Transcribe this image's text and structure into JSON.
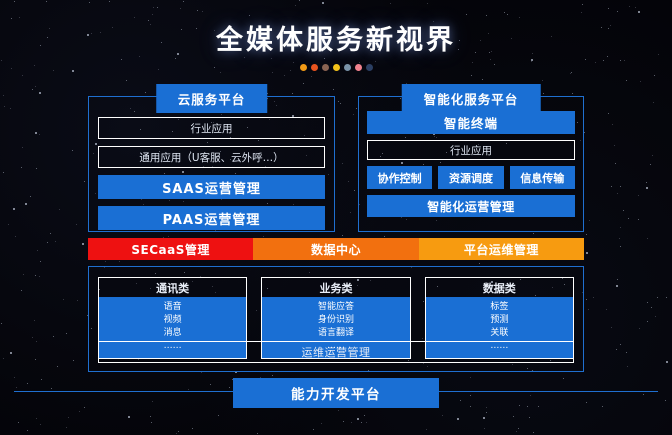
{
  "header": {
    "title": "全媒体服务新视界",
    "dots": [
      "#f29a16",
      "#e8541f",
      "#8a6352",
      "#f2c11a",
      "#7a93a8",
      "#f0828e",
      "#2b3f63"
    ]
  },
  "cloud_platform": {
    "header": "云服务平台",
    "rows": [
      {
        "label": "行业应用",
        "style": "outline"
      },
      {
        "label": "通用应用（U客服、云外呼…）",
        "style": "outline"
      },
      {
        "label": "SAAS运营管理",
        "style": "blue"
      },
      {
        "label": "PAAS运营管理",
        "style": "blue"
      }
    ]
  },
  "intelligent_platform": {
    "header": "智能化服务平台",
    "terminal": "智能终端",
    "industry_app": "行业应用",
    "capabilities": [
      "协作控制",
      "资源调度",
      "信息传输"
    ],
    "operations": "智能化运营管理"
  },
  "color_bar": [
    {
      "label": "SECaaS管理",
      "color": "#ee1111"
    },
    {
      "label": "数据中心",
      "color": "#f2700f"
    },
    {
      "label": "平台运维管理",
      "color": "#f79b10"
    }
  ],
  "capability_cards": [
    {
      "title": "通讯类",
      "items": [
        "语音",
        "视频",
        "消息",
        "……"
      ]
    },
    {
      "title": "业务类",
      "items": [
        "智能应答",
        "身份识别",
        "语言翻译",
        "……"
      ]
    },
    {
      "title": "数据类",
      "items": [
        "标签",
        "预测",
        "关联",
        "……"
      ]
    }
  ],
  "ops_management": "运维运营管理",
  "footer": {
    "label": "能力开发平台"
  },
  "colors": {
    "accent_blue": "#1a6fd4",
    "border_blue": "#1f6fd0",
    "background": "#040409"
  }
}
